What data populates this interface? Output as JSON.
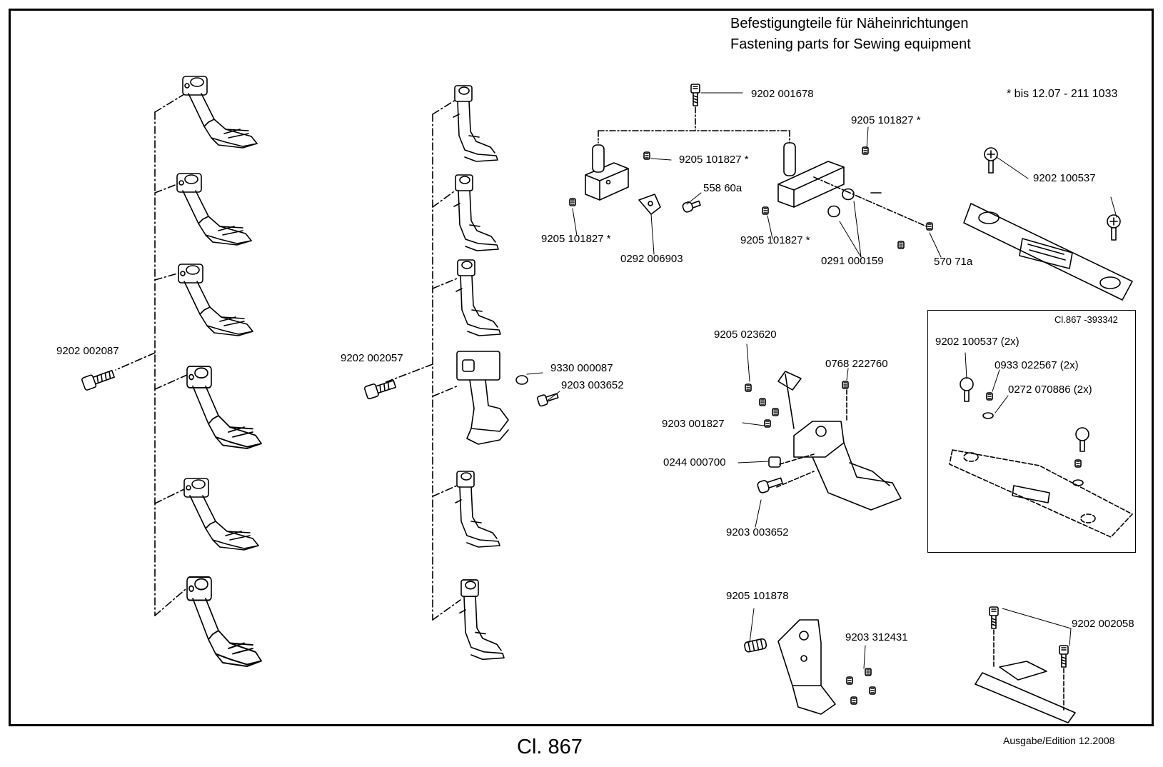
{
  "header": {
    "title_de": "Befestigungteile für Näheinrichtungen",
    "title_en": "Fastening parts for Sewing equipment",
    "note": "* bis 12.07  -  211 1033"
  },
  "parts": {
    "p1": "9202 002087",
    "p2": "9202 002057",
    "p3": "9330 000087",
    "p4": "9203 003652",
    "p5": "9202 001678",
    "p6": "9205 101827 *",
    "p7": "9205 101827 *",
    "p8": "558 60a",
    "p9": "9205 101827 *",
    "p10": "0292 006903",
    "p11": "9205 101827 *",
    "p12": "0291 000159",
    "p13": "570 71a",
    "p14": "9202 100537",
    "p15": "9205 023620",
    "p16": "0768 222760",
    "p17": "9203 001827",
    "p18": "0244 000700",
    "p19": "9203 003652",
    "p20": "9205 101878",
    "p21": "9203 312431",
    "p22": "9202 002058"
  },
  "inset": {
    "title": "Cl.867 -393342",
    "p1": "9202 100537 (2x)",
    "p2": "0933 022567 (2x)",
    "p3": "0272 070886 (2x)"
  },
  "footer": {
    "model": "Cl. 867",
    "edition": "Ausgabe/Edition  12.2008"
  }
}
